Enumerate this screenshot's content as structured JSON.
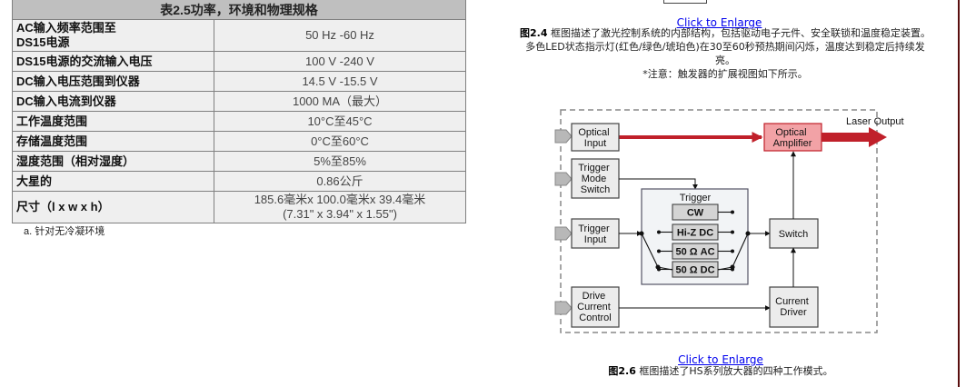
{
  "spec_table": {
    "title": "表2.5功率，环境和物理规格",
    "rows": [
      {
        "param_line1": "AC输入频率范围至",
        "param_line2": "DS15电源",
        "value_line1": "50 Hz -60 Hz",
        "value_line2": ""
      },
      {
        "param_line1": "DS15电源的交流输入电压",
        "param_line2": "",
        "value_line1": "100 V -240 V",
        "value_line2": ""
      },
      {
        "param_line1": "DC输入电压范围到仪器",
        "param_line2": "",
        "value_line1": "14.5 V -15.5 V",
        "value_line2": ""
      },
      {
        "param_line1": "DC输入电流到仪器",
        "param_line2": "",
        "value_line1": "1000 MA（最大）",
        "value_line2": ""
      },
      {
        "param_line1": "工作温度范围",
        "param_line2": "",
        "value_line1": "10°C至45°C",
        "value_line2": ""
      },
      {
        "param_line1": "存储温度范围",
        "param_line2": "",
        "value_line1": "0°C至60°C",
        "value_line2": ""
      },
      {
        "param_line1": "湿度范围（相对湿度）",
        "param_line2": "",
        "value_line1": "5%至85%",
        "value_line2": ""
      },
      {
        "param_line1": "大星的",
        "param_line2": "",
        "value_line1": "0.86公斤",
        "value_line2": ""
      },
      {
        "param_line1": "尺寸（l x w x h）",
        "param_line2": "",
        "value_line1": "185.6毫米x 100.0毫米x 39.4毫米",
        "value_line2": "(7.31\" x 3.94\" x 1.55\")"
      }
    ],
    "footnote": "a. 针对无冷凝环境"
  },
  "figure_2_4": {
    "link_label": "Click to Enlarge",
    "label": "图2.4",
    "text_line1": " 框图描述了激光控制系统的内部结构，包括驱动电子元件、安全联锁和温度稳定装置。",
    "text_line2": "多色LED状态指示灯(红色/绿色/琥珀色)在30至60秒预热期间闪烁，温度达到稳定后持续发",
    "text_line3": "亮。",
    "note": "*注意：触发器的扩展视图如下所示。"
  },
  "diagram": {
    "colors": {
      "laser": "#c0202a",
      "amplifier_fill": "#f2a2a6",
      "amplifier_stroke": "#c0202a",
      "box_fill": "#ececec",
      "group_fill": "#f2f4f6"
    },
    "laser_output_label": "Laser Output",
    "optical_input": [
      "Optical",
      "Input"
    ],
    "trigger_mode_switch": [
      "Trigger",
      "Mode",
      "Switch"
    ],
    "trigger_input": [
      "Trigger",
      "Input"
    ],
    "drive_current_control": [
      "Drive",
      "Current",
      "Control"
    ],
    "optical_amplifier": [
      "Optical",
      "Amplifier"
    ],
    "switch": "Switch",
    "current_driver": [
      "Current",
      "Driver"
    ],
    "trigger_group": {
      "title": "Trigger",
      "modes": [
        "CW",
        "Hi-Z DC",
        "50 Ω AC",
        "50 Ω DC"
      ]
    }
  },
  "figure_2_6": {
    "link_label": "Click to Enlarge",
    "label": "图2.6",
    "text": " 框图描述了HS系列放大器的四种工作模式。"
  }
}
